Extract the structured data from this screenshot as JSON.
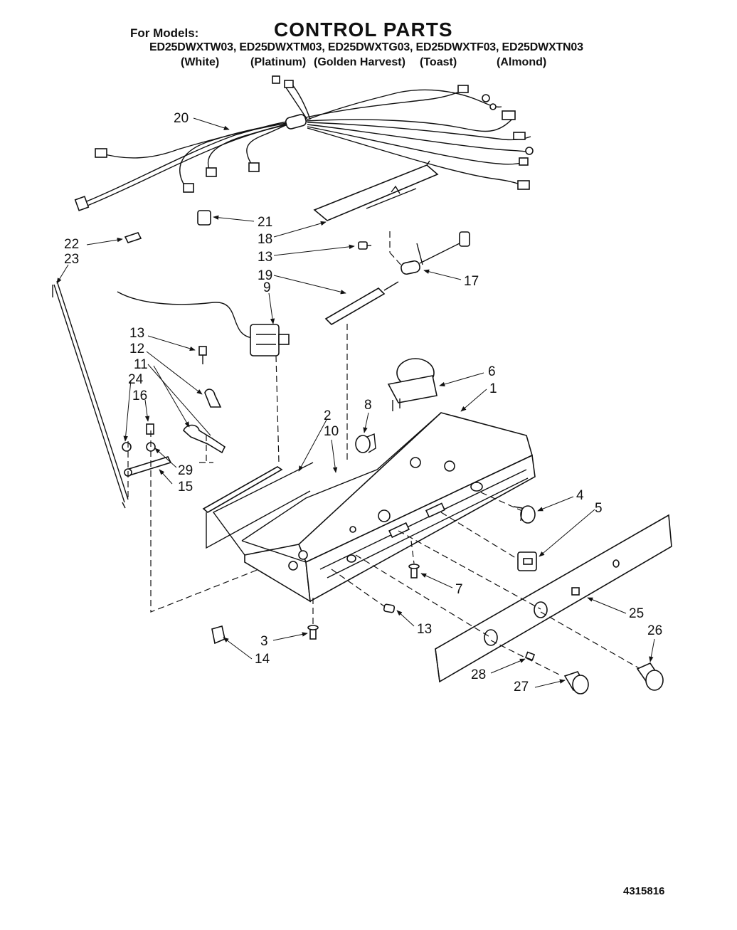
{
  "header": {
    "for_models": "For Models:",
    "title": "CONTROL PARTS",
    "models": "ED25DWXTW03, ED25DWXTM03, ED25DWXTG03, ED25DWXTF03, ED25DWXTN03",
    "colors": [
      "(White)",
      "(Platinum)",
      "(Golden Harvest)",
      "(Toast)",
      "(Almond)"
    ]
  },
  "callouts": {
    "c1": "1",
    "c2": "2",
    "c3": "3",
    "c4": "4",
    "c5": "5",
    "c6": "6",
    "c7": "7",
    "c8": "8",
    "c9": "9",
    "c10": "10",
    "c11": "11",
    "c12": "12",
    "c13a": "13",
    "c13b": "13",
    "c13c": "13",
    "c14": "14",
    "c15": "15",
    "c16": "16",
    "c17": "17",
    "c18": "18",
    "c19": "19",
    "c20": "20",
    "c21": "21",
    "c22": "22",
    "c23": "23",
    "c24": "24",
    "c25": "25",
    "c26": "26",
    "c27": "27",
    "c28": "28",
    "c29": "29"
  },
  "document_number": "4315816"
}
